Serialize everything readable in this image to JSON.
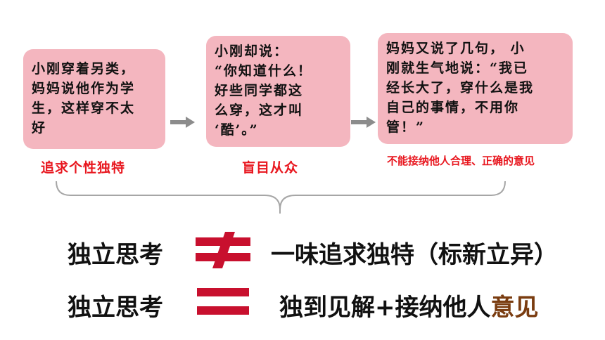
{
  "boxes": [
    {
      "text": "小刚穿着另类，\n妈妈说他作为学\n生，这样穿不太\n好"
    },
    {
      "text": "小刚却说：\n“你知道什么！\n好些同学都这\n么穿，这才叫\n‘酷’。”"
    },
    {
      "text": "妈妈又说了几句，  小\n刚就生气地说：“我已\n经长大了，穿什么是我\n自己的事情，不用你\n管！”"
    }
  ],
  "captions": [
    "追求个性独特",
    "盲目从众",
    "不能接纳他人合理、正确的意见"
  ],
  "rows": [
    {
      "left": "独立思考",
      "symbol": "≠",
      "right": "一味追求独特（标新立异）"
    },
    {
      "left": "独立思考",
      "symbol": "=",
      "right_main": "独到见解+接纳他人",
      "right_accent": "意见"
    }
  ],
  "colors": {
    "box_fill": "#f4b6bf",
    "caption_red": "#e8161e",
    "symbol_red": "#c8102e",
    "accent_brown": "#7a3c10",
    "arrow_gray": "#8c8c8c",
    "brace_gray": "#a6a6a6"
  }
}
